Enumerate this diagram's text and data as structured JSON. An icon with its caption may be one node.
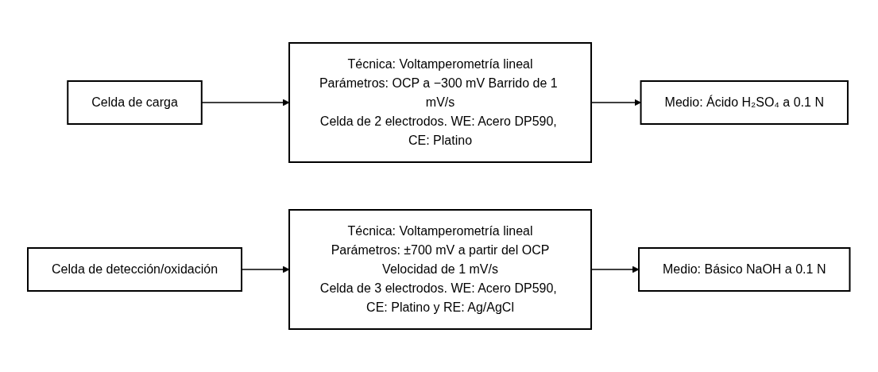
{
  "diagram": {
    "nodes": [
      {
        "text": [
          "Celda de carga"
        ]
      },
      {
        "text": [
          "Técnica: Voltamperometría lineal",
          "Parámetros: OCP a −300 mV Barrido de 1 mV/s",
          "Celda de 2 electrodos. WE: Acero DP590, CE: Platino"
        ]
      },
      {
        "text": [
          "Medio: Ácido H₂SO₄ a 0.1 N"
        ]
      },
      {
        "text": [
          "Celda de detección/oxidación"
        ]
      },
      {
        "text": [
          "Técnica: Voltamperometría lineal",
          "Parámetros: ±700 mV a partir del OCP",
          "Velocidad de 1 mV/s",
          "Celda de 3 electrodos. WE: Acero DP590, CE: Platino y RE: Ag/AgCl"
        ]
      },
      {
        "text": [
          "Medio: Básico NaOH a 0.1 N"
        ]
      }
    ],
    "edges": [
      {
        "from": 0,
        "to": 1,
        "arrow": "to"
      },
      {
        "from": 1,
        "to": 2,
        "arrow": "to"
      },
      {
        "from": 3,
        "to": 4,
        "arrow": "to"
      },
      {
        "from": 4,
        "to": 5,
        "arrow": "to"
      }
    ]
  }
}
